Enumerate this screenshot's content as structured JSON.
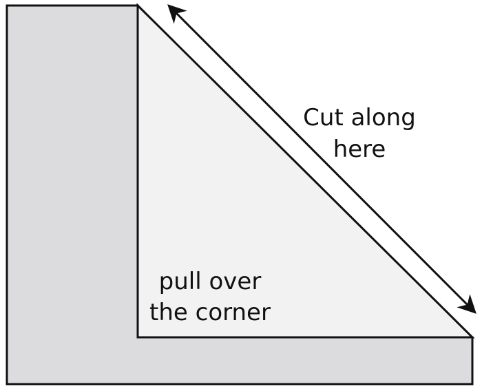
{
  "labels": {
    "cut_line1": "Cut along",
    "cut_line2": "here",
    "pull_line1": "pull over",
    "pull_line2": "the corner"
  },
  "colors": {
    "outer_fill": "#dcdcde",
    "inner_fill": "#f2f2f2",
    "stroke": "#111111"
  }
}
